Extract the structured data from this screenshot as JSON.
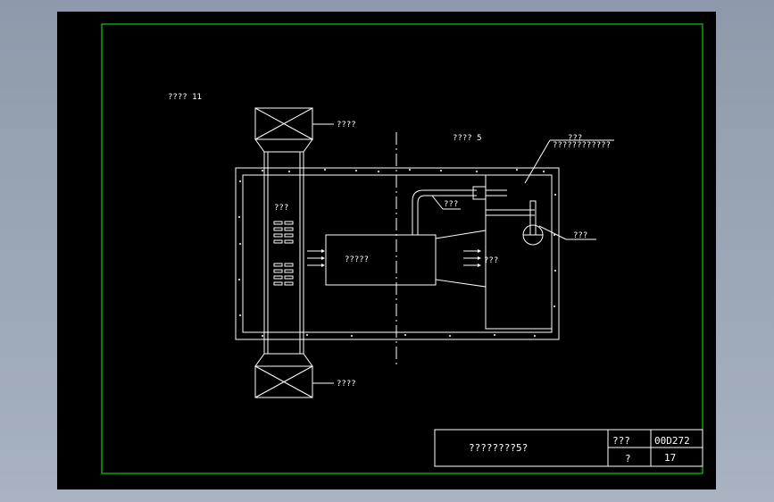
{
  "drawing": {
    "label_top_left": "???? 11",
    "label_center": "???? 5",
    "label_top_right_1": "???",
    "label_top_right_2": "????????????",
    "label_duct_top": "????",
    "label_duct_bottom": "????",
    "label_duct_inner": "???",
    "label_box": "?????",
    "label_pipe": "???",
    "label_flow": "???",
    "label_valve": "???"
  },
  "title_block": {
    "title": "????????5?",
    "row1_label": "???",
    "row1_value": "00D272",
    "row2_label": "?",
    "row2_value": "17"
  },
  "colors": {
    "background": "#000000",
    "border": "#00ff00",
    "lines": "#ffffff",
    "outer": "#9aa5b5"
  }
}
